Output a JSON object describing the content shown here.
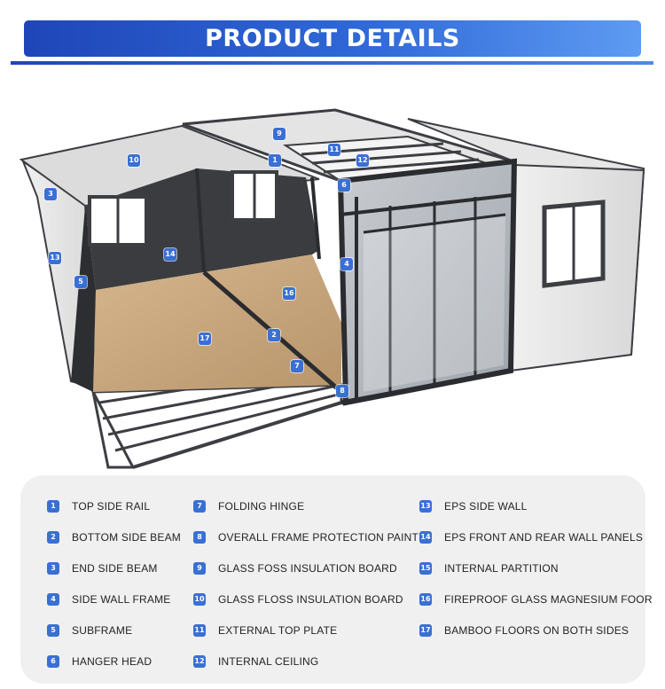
{
  "header": {
    "title": "PRODUCT DETAILS"
  },
  "colors": {
    "accent": "#2f68d8",
    "badge": "#3a6fd4",
    "legend_bg": "#f0f0f0",
    "frame": "#3c3e42",
    "floor": "#c7a67f",
    "wall": "#e3e3e3"
  },
  "illustration": {
    "subject": "expandable container house",
    "markers": [
      "9",
      "10",
      "11",
      "12",
      "1",
      "6",
      "3",
      "14",
      "13",
      "5",
      "4",
      "16",
      "17",
      "2",
      "7",
      "8"
    ]
  },
  "legend": {
    "items": [
      {
        "num": "1",
        "label": "TOP SIDE RAIL"
      },
      {
        "num": "2",
        "label": "BOTTOM SIDE BEAM"
      },
      {
        "num": "3",
        "label": "END SIDE BEAM"
      },
      {
        "num": "4",
        "label": "SIDE WALL FRAME"
      },
      {
        "num": "5",
        "label": "SUBFRAME"
      },
      {
        "num": "6",
        "label": "HANGER HEAD"
      },
      {
        "num": "7",
        "label": "FOLDING HINGE"
      },
      {
        "num": "8",
        "label": "OVERALL FRAME PROTECTION PAINT"
      },
      {
        "num": "9",
        "label": "GLASS FOSS INSULATION BOARD"
      },
      {
        "num": "10",
        "label": "GLASS FLOSS INSULATION BOARD"
      },
      {
        "num": "11",
        "label": "EXTERNAL TOP PLATE"
      },
      {
        "num": "12",
        "label": "INTERNAL CEILING"
      },
      {
        "num": "13",
        "label": "EPS SIDE WALL"
      },
      {
        "num": "14",
        "label": "EPS FRONT AND REAR WALL PANELS"
      },
      {
        "num": "15",
        "label": "INTERNAL PARTITION"
      },
      {
        "num": "16",
        "label": "FIREPROOF GLASS MAGNESIUM FOOR"
      },
      {
        "num": "17",
        "label": "BAMBOO FLOORS ON BOTH SIDES"
      }
    ]
  }
}
